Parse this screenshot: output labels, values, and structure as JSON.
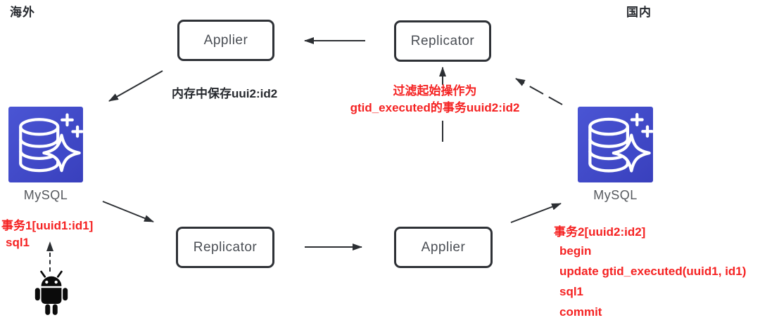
{
  "regions": {
    "overseas": "海外",
    "domestic": "国内"
  },
  "nodes": {
    "applier_top": {
      "label": "Applier"
    },
    "replicator_top": {
      "label": "Replicator"
    },
    "replicator_bottom": {
      "label": "Replicator"
    },
    "applier_bottom": {
      "label": "Applier"
    },
    "mysql_left": {
      "label": "MySQL"
    },
    "mysql_right": {
      "label": "MySQL"
    }
  },
  "annotations": {
    "memory_note": "内存中保存uui2:id2",
    "filter_note": {
      "line1": "过滤起始操作为",
      "line2": "gtid_executed的事务uuid2:id2"
    },
    "txn1": {
      "title": "事务1[uuid1:id1]",
      "lines": [
        "sql1"
      ]
    },
    "txn2": {
      "title": "事务2[uuid2:id2]",
      "lines": [
        "begin",
        "update gtid_executed(uuid1, id1)",
        "sql1",
        "commit"
      ]
    }
  },
  "icons": {
    "mysql": "database-sparkle-icon",
    "client": "android-robot-icon"
  },
  "colors": {
    "annotation_red": "#f52222",
    "text_dark": "#26292e",
    "node_border": "#2e3136",
    "node_text": "#4a4e54",
    "arrow": "#2c2f33",
    "icon_blue_top": "#4a55d4",
    "icon_blue_bottom": "#3940bd"
  }
}
